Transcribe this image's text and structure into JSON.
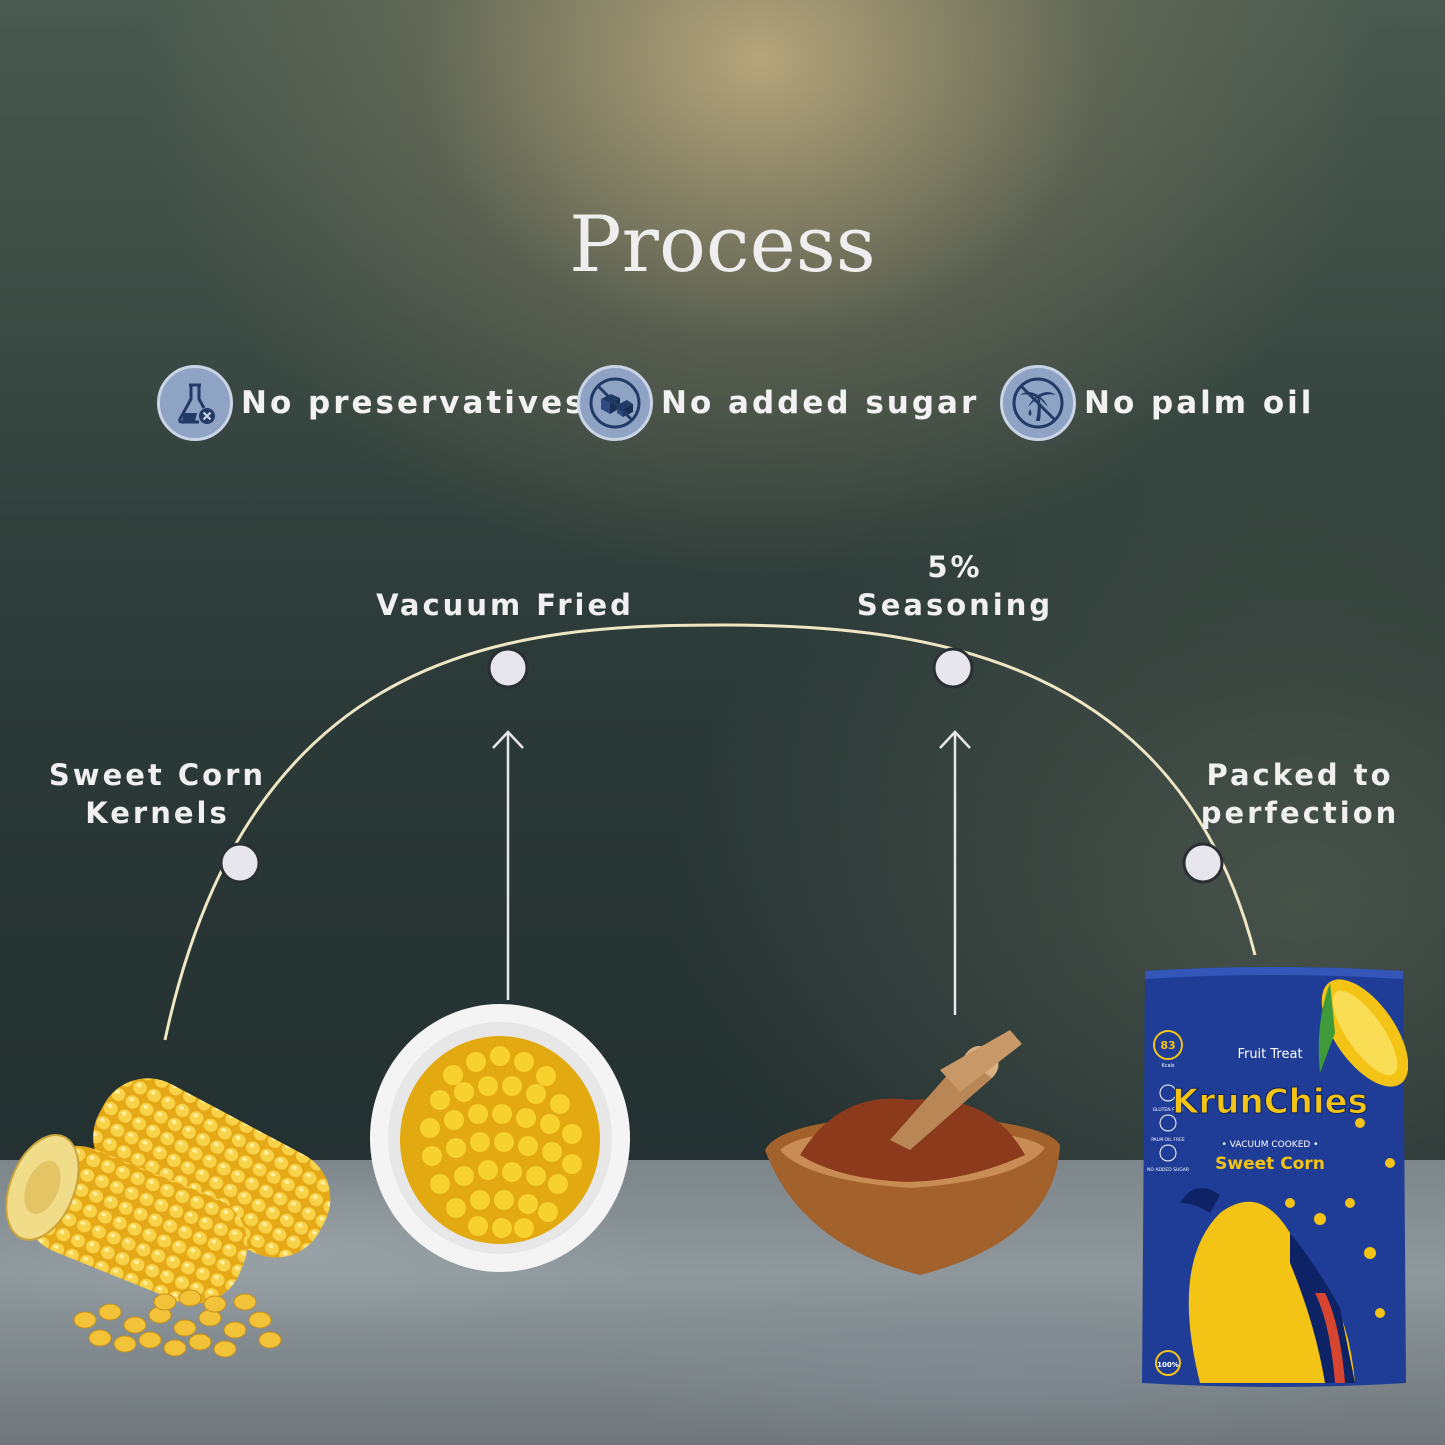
{
  "title": "Process",
  "badges": [
    {
      "icon": "no-preservatives-icon",
      "label": "No preservatives"
    },
    {
      "icon": "no-added-sugar-icon",
      "label": "No added sugar"
    },
    {
      "icon": "no-palm-oil-icon",
      "label": "No palm oil"
    }
  ],
  "steps": [
    {
      "line1": "Sweet Corn",
      "line2": "Kernels"
    },
    {
      "line1": "Vacuum Fried"
    },
    {
      "line1": "5%",
      "line2": "Seasoning"
    },
    {
      "line1": "Packed to",
      "line2": "perfection"
    }
  ],
  "package": {
    "brand": "Fruit Treat",
    "product_name": "KrunChies",
    "subtitle": "• VACUUM COOKED •",
    "flavor": "Sweet Corn",
    "kcal": "83",
    "kcal_unit": "Kcals",
    "claims": [
      "GLUTEN FREE",
      "PALM OIL FREE",
      "NO ADDED SUGAR"
    ],
    "natural": "100%"
  },
  "colors": {
    "arc": "#efe6c4",
    "badge_fill": "#8fa3c4",
    "pack_blue": "#1f3d96",
    "pack_yellow": "#f3c316"
  }
}
